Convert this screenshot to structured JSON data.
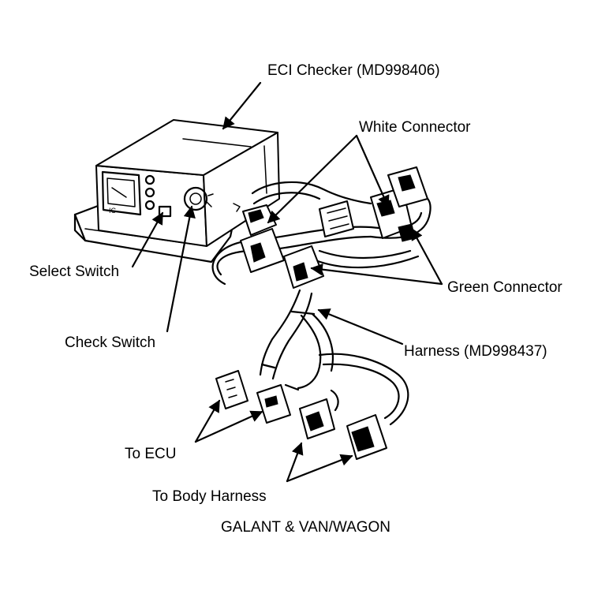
{
  "labels": {
    "eci_checker": "ECI Checker (MD998406)",
    "white_connector": "White Connector",
    "select_switch": "Select Switch",
    "green_connector": "Green Connector",
    "check_switch": "Check Switch",
    "harness": "Harness (MD998437)",
    "to_ecu": "To ECU",
    "to_body_harness": "To Body Harness",
    "caption": "GALANT & VAN/WAGON"
  },
  "colors": {
    "ink": "#000000",
    "background": "#ffffff"
  }
}
